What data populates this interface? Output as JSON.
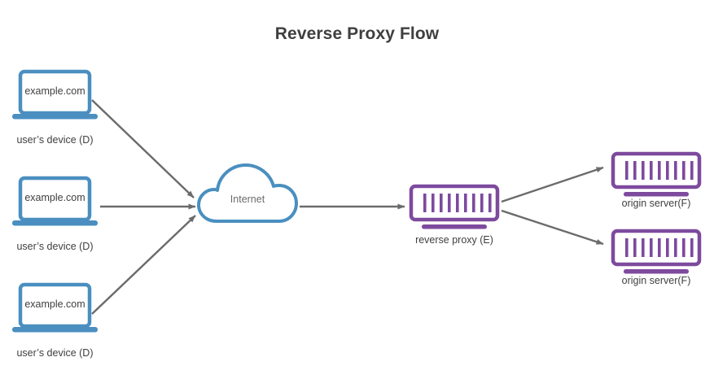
{
  "diagram": {
    "title": "Reverse Proxy Flow",
    "background_color": "#ffffff",
    "title_color": "#3f3f3f",
    "client_color": "#4a8fc0",
    "server_color": "#7d4a9e",
    "arrow_color": "#6b6b6b",
    "label_color": "#3f3f3f"
  },
  "clients": [
    {
      "screen_text": "example.com",
      "label": "user’s device (D)"
    },
    {
      "screen_text": "example.com",
      "label": "user’s device (D)"
    },
    {
      "screen_text": "example.com",
      "label": "user’s device (D)"
    }
  ],
  "cloud": {
    "label": "Internet"
  },
  "proxy": {
    "label": "reverse proxy (E)",
    "bar_count": 9
  },
  "origins": [
    {
      "label": "origin server(F)",
      "bar_count": 9
    },
    {
      "label": "origin server(F)",
      "bar_count": 9
    }
  ]
}
